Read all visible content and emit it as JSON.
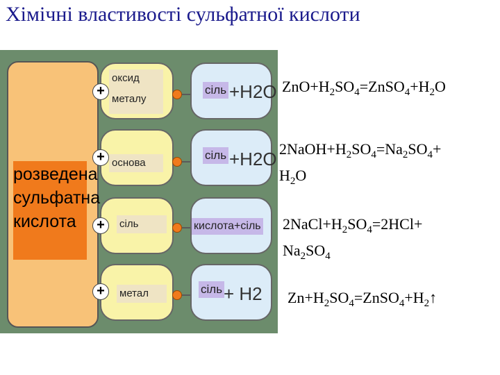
{
  "title": "Хімічні властивості сульфатної кислоти",
  "main": {
    "lines": [
      "розведена",
      "сульфатна",
      "кислота"
    ]
  },
  "rows": [
    {
      "reactant_lines": [
        "оксид",
        "металу"
      ],
      "product_salt": "сіль",
      "product_extra": "+H2O"
    },
    {
      "reactant_lines": [
        "основа"
      ],
      "product_salt": "сіль",
      "product_extra": "+H2O"
    },
    {
      "reactant_lines": [
        "сіль"
      ],
      "product_salt": "кислота+сіль",
      "product_extra": ""
    },
    {
      "reactant_lines": [
        "метал"
      ],
      "product_salt": "сіль",
      "product_extra": "+ H2"
    }
  ],
  "plus_sign": "+",
  "equations": [
    {
      "line1": [
        "ZnO+H",
        "2",
        "SO",
        "4",
        "=ZnSO",
        "4",
        "+H",
        "2",
        "O"
      ],
      "line2": []
    },
    {
      "line1": [
        "2NaOH+H",
        "2",
        "SO",
        "4",
        "=Na",
        "2",
        "SO",
        "4",
        "+"
      ],
      "line2": [
        "H",
        "2",
        "O"
      ]
    },
    {
      "line1": [
        "2NaCl+H",
        "2",
        "SO",
        "4",
        "=2HCl+"
      ],
      "line2": [
        "Na",
        "2",
        "SO",
        "4"
      ]
    },
    {
      "line1": [
        "Zn+H",
        "2",
        "SO",
        "4",
        "=ZnSO",
        "4",
        "+H",
        "2",
        "↑"
      ],
      "line2": []
    }
  ]
}
